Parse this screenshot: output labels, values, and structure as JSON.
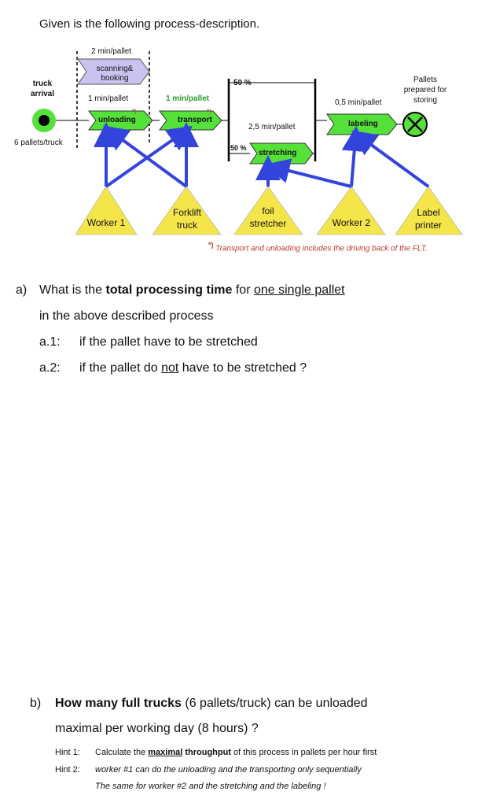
{
  "intro": "Given is the following process-description.",
  "diagram": {
    "truck_arrival": "truck arrival",
    "pallets_per_truck": "6 pallets/truck",
    "scanning_time": "2 min/pallet",
    "scanning_label": "scanning& booking",
    "unloading_time": "1 min/pallet",
    "unloading_label": "unloading",
    "transport_time": "1 min/pallet",
    "transport_label": "transport",
    "split_pct_top": "50 %",
    "split_pct_bottom": "50 %",
    "stretching_time": "2,5 min/pallet",
    "stretching_label": "stretching",
    "labeling_time": "0,5 min/pallet",
    "labeling_label": "labeling",
    "end_label": "Pallets prepared for storing",
    "footnote_mark": "*)",
    "footnote_text": "Transport and unloading includes the driving back of the FLT.",
    "resources": [
      "Worker 1",
      "Forklift truck",
      "foil stretcher",
      "Worker 2",
      "Label printer"
    ],
    "colors": {
      "activity_green": "#55e03a",
      "resource_yellow": "#f4e64a",
      "scan_lavender": "#c9c3ef",
      "arrow_blue": "#3344dd"
    }
  },
  "qa": {
    "letter": "a)",
    "line1_pre": "What is the ",
    "line1_bold": "total processing time",
    "line1_mid": " for ",
    "line1_under": "one single pallet",
    "line2": "in the above described process",
    "a1_num": "a.1:",
    "a1_text": "if the pallet have to be stretched",
    "a2_num": "a.2:",
    "a2_pre": "if the pallet do ",
    "a2_under": "not",
    "a2_post": " have to be stretched ?"
  },
  "qb": {
    "letter": "b)",
    "line1_bold": "How many full trucks",
    "line1_rest": " (6 pallets/truck) can be unloaded",
    "line2": "maximal per working day (8 hours) ?",
    "hint1_label": "Hint 1:",
    "hint1_pre": "Calculate the ",
    "hint1_under": "maximal",
    "hint1_bold": " throughput",
    "hint1_post": " of this process in pallets per hour first",
    "hint2_label": "Hint 2:",
    "hint2_text": "worker #1 can do the unloading and the transporting only sequentially",
    "hint3_text": "The same for worker #2 and the stretching and the labeling !"
  }
}
